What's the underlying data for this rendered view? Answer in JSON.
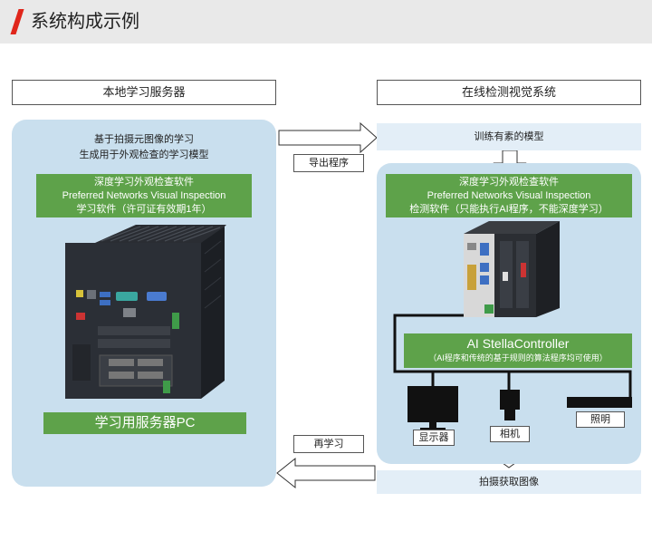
{
  "header": {
    "title": "系统构成示例"
  },
  "left": {
    "label": "本地学习服务器",
    "desc_line1": "基于拍摄元图像的学习",
    "desc_line2": "生成用于外观检查的学习模型",
    "software_line1": "深度学习外观检查软件",
    "software_line2": "Preferred Networks Visual Inspection",
    "software_line3": "学习软件（许可证有效期1年）",
    "pc_label": "学习用服务器PC"
  },
  "right": {
    "label": "在线检测视觉系统",
    "model_bar": "训练有素的模型",
    "software_line1": "深度学习外观检查软件",
    "software_line2": "Preferred Networks Visual Inspection",
    "software_line3": "检测软件（只能执行AI程序，不能深度学习）",
    "controller_title": "AI StellaController",
    "controller_sub": "（AI程序和传统的基于规则的算法程序均可使用）",
    "display_label": "显示器",
    "camera_label": "相机",
    "light_label": "照明",
    "capture_bar": "拍摄获取图像"
  },
  "arrows": {
    "export_label": "导出程序",
    "relearn_label": "再学习"
  }
}
